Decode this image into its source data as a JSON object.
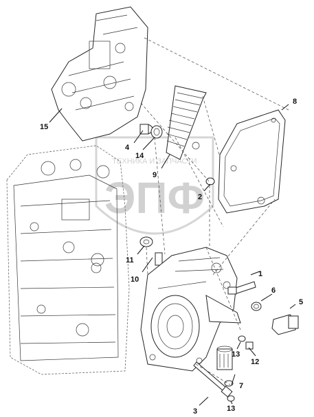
{
  "watermark": {
    "top_text": "ТЕХНИКА И ЗАПЧАСТИ",
    "big_text": "ЭПФ"
  },
  "callouts": [
    {
      "id": "1",
      "label": "1"
    },
    {
      "id": "2",
      "label": "2"
    },
    {
      "id": "3",
      "label": "3"
    },
    {
      "id": "4",
      "label": "4"
    },
    {
      "id": "5",
      "label": "5"
    },
    {
      "id": "6",
      "label": "6"
    },
    {
      "id": "7",
      "label": "7"
    },
    {
      "id": "8",
      "label": "8"
    },
    {
      "id": "9",
      "label": "9"
    },
    {
      "id": "10",
      "label": "10"
    },
    {
      "id": "11",
      "label": "11"
    },
    {
      "id": "12",
      "label": "12"
    },
    {
      "id": "13a",
      "label": "13"
    },
    {
      "id": "13b",
      "label": "13"
    },
    {
      "id": "14",
      "label": "14"
    },
    {
      "id": "15",
      "label": "15"
    }
  ]
}
